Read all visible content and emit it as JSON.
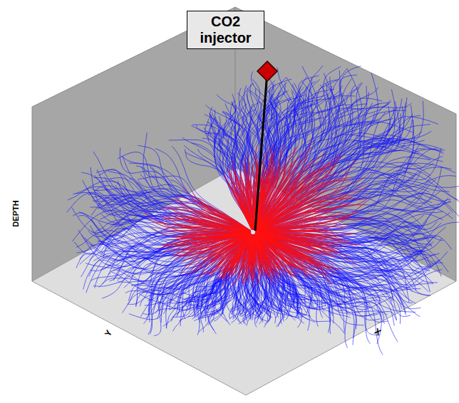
{
  "diagram": {
    "nodes": [
      {
        "text": [
          "CO2 injector"
        ]
      }
    ],
    "labels": [
      "DEPTH",
      "Y",
      "X"
    ]
  }
}
